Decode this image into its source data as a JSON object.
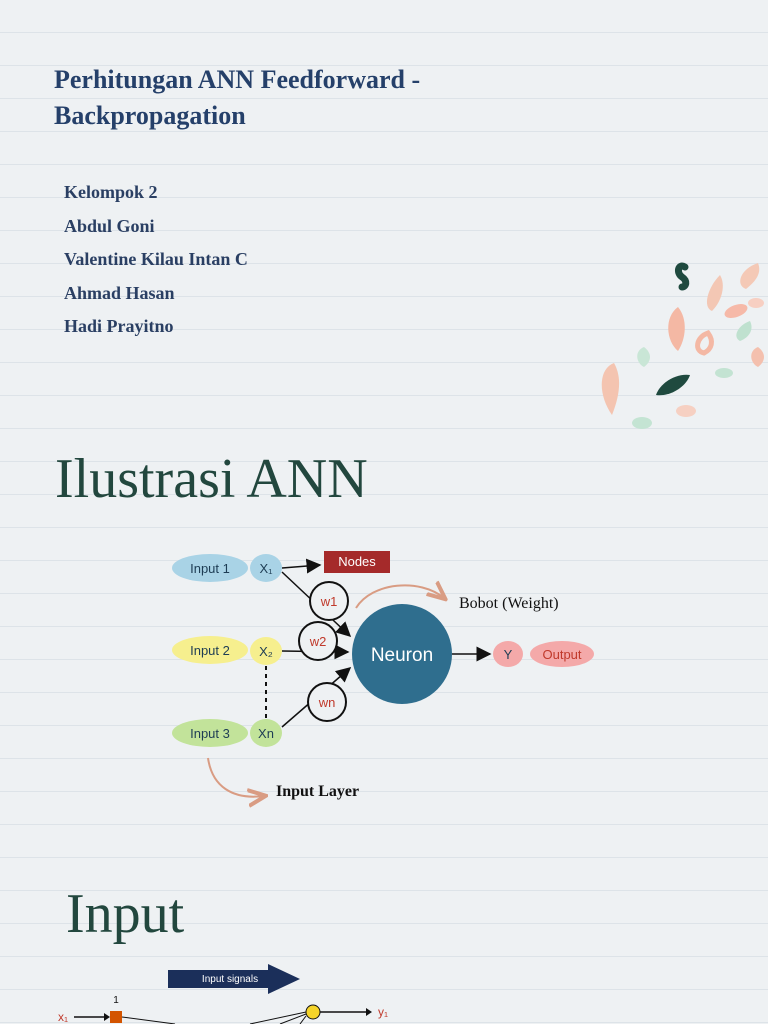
{
  "slide": {
    "title": "Perhitungan ANN Feedforward - Backpropagation",
    "group": "Kelompok 2",
    "members": [
      "Abdul Goni",
      "Valentine Kilau Intan C",
      "Ahmad Hasan",
      "Hadi Prayitno"
    ]
  },
  "section_illustration": {
    "heading": "Ilustrasi ANN",
    "diagram": {
      "inputs": [
        "Input 1",
        "Input 2",
        "Input 3"
      ],
      "x_nodes": [
        "X₁",
        "X₂",
        "Xn"
      ],
      "weights": [
        "w1",
        "w2",
        "wn"
      ],
      "nodes_label": "Nodes",
      "neuron_label": "Neuron",
      "output_symbol": "Y",
      "output_label": "Output",
      "weight_caption": "Bobot (Weight)",
      "input_layer_caption": "Input Layer"
    }
  },
  "section_input": {
    "heading": "Input",
    "figure": {
      "signal_label": "Input signals",
      "node_index": "1",
      "input_label": "x₁",
      "output_label": "y₁"
    }
  },
  "colors": {
    "title": "#25406a",
    "heading": "#22473e",
    "neuron": "#2f6e8e",
    "nodes_box": "#a52a2a",
    "input1": "#a9d3e6",
    "input2": "#f6ef8e",
    "input3": "#c2e39a",
    "output": "#f4a9a9",
    "arrow_accent": "#d99c83"
  }
}
